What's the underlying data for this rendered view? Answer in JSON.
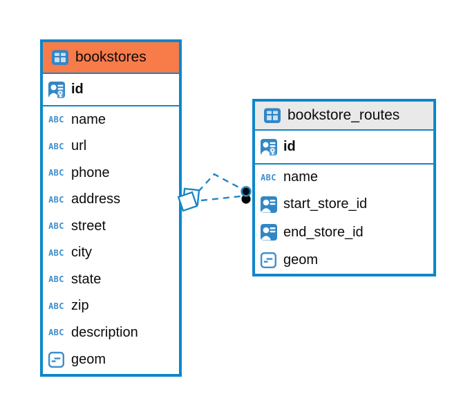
{
  "colors": {
    "table_border": "#0d87c9",
    "bookstores_header_bg": "#f87b4a",
    "bookstore_routes_header_bg": "#e9e9e9",
    "icon_blue_fill": "#3187c6",
    "icon_cell_light": "#c9def0",
    "icon_outline_blue": "#3e8ecd",
    "relationship_line": "#1b86c8",
    "relationship_dot": "#000000"
  },
  "tables": [
    {
      "name": "bookstores",
      "header_color": "#f87b4a",
      "columns": [
        {
          "name": "id",
          "icon": "primary-key",
          "primary": true
        },
        {
          "name": "name",
          "icon": "text"
        },
        {
          "name": "url",
          "icon": "text"
        },
        {
          "name": "phone",
          "icon": "text"
        },
        {
          "name": "address",
          "icon": "text"
        },
        {
          "name": "street",
          "icon": "text"
        },
        {
          "name": "city",
          "icon": "text"
        },
        {
          "name": "state",
          "icon": "text"
        },
        {
          "name": "zip",
          "icon": "text"
        },
        {
          "name": "description",
          "icon": "text"
        },
        {
          "name": "geom",
          "icon": "geometry"
        }
      ]
    },
    {
      "name": "bookstore_routes",
      "header_color": "#e9e9e9",
      "columns": [
        {
          "name": "id",
          "icon": "primary-key",
          "primary": true
        },
        {
          "name": "name",
          "icon": "text"
        },
        {
          "name": "start_store_id",
          "icon": "foreign-key"
        },
        {
          "name": "end_store_id",
          "icon": "foreign-key"
        },
        {
          "name": "geom",
          "icon": "geometry"
        }
      ]
    }
  ],
  "relationship": {
    "from_table": "bookstores",
    "to_table": "bookstore_routes",
    "line_style": "dashed"
  },
  "icon_text_glyph": "ABC"
}
